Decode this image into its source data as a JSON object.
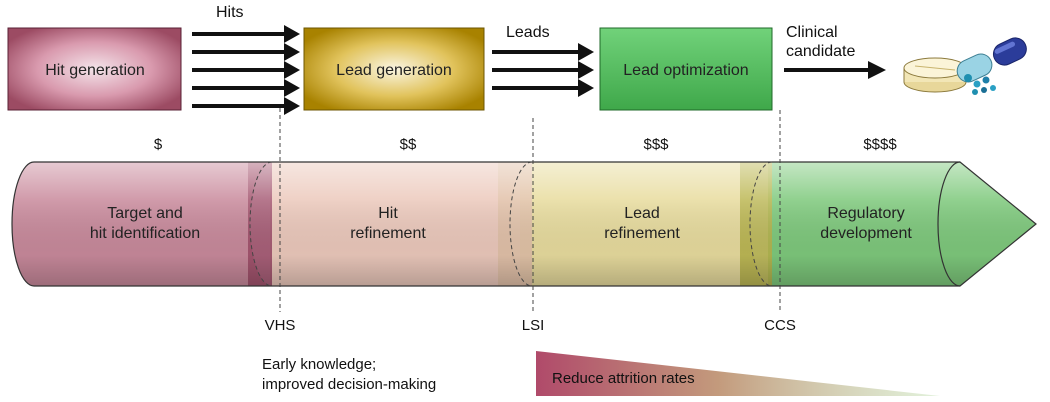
{
  "stages": [
    {
      "label": "Hit generation",
      "color": "#b56a80"
    },
    {
      "label": "Lead generation",
      "color": "#c9a21b"
    },
    {
      "label": "Lead optimization",
      "color": "#58bf62"
    }
  ],
  "flows": {
    "hits": "Hits",
    "leads": "Leads",
    "clinical_candidate": [
      "Clinical",
      "candidate"
    ]
  },
  "costs": [
    "$",
    "$$",
    "$$$",
    "$$$$"
  ],
  "phases": [
    {
      "lines": [
        "Target and",
        "hit identification"
      ],
      "color": "#c98a9c"
    },
    {
      "lines": [
        "Hit",
        "refinement"
      ],
      "color": "#e8c5b6"
    },
    {
      "lines": [
        "Lead",
        "refinement"
      ],
      "color": "#e7d99a"
    },
    {
      "lines": [
        "Regulatory",
        "development"
      ],
      "color": "#7ec97c"
    }
  ],
  "milestones": [
    "VHS",
    "LSI",
    "CCS"
  ],
  "notes": {
    "early_knowledge": [
      "Early knowledge;",
      "improved decision-making"
    ],
    "attrition": "Reduce attrition rates"
  },
  "icons": {
    "pill": "pill-capsule-icon"
  }
}
